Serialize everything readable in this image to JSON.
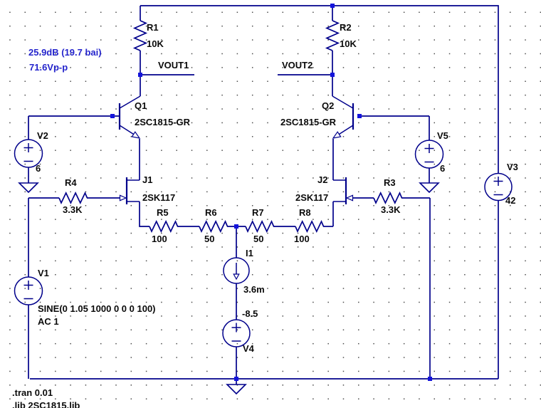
{
  "app": {
    "title": "LTspice differential amplifier schematic"
  },
  "colors": {
    "wire": "#00008b",
    "junction": "#1414dc",
    "component_text": "#0a0a0a",
    "comment_blue": "#2424cc",
    "background": "#ffffff",
    "grid_dot": "#4a4a4a"
  },
  "comments": {
    "gain_line1": "25.9dB (19.7 bai)",
    "gain_line2": "71.6Vp-p"
  },
  "directives": {
    "tran": ".tran 0.01",
    "lib": ".lib 2SC1815.lib"
  },
  "nets": {
    "vout1": "VOUT1",
    "vout2": "VOUT2"
  },
  "components": {
    "r1": {
      "name": "R1",
      "value": "10K"
    },
    "r2": {
      "name": "R2",
      "value": "10K"
    },
    "r3": {
      "name": "R3",
      "value": "3.3K"
    },
    "r4": {
      "name": "R4",
      "value": "3.3K"
    },
    "r5": {
      "name": "R5",
      "value": "100"
    },
    "r6": {
      "name": "R6",
      "value": "50"
    },
    "r7": {
      "name": "R7",
      "value": "50"
    },
    "r8": {
      "name": "R8",
      "value": "100"
    },
    "q1": {
      "name": "Q1",
      "value": "2SC1815-GR"
    },
    "q2": {
      "name": "Q2",
      "value": "2SC1815-GR"
    },
    "j1": {
      "name": "J1",
      "value": "2SK117"
    },
    "j2": {
      "name": "J2",
      "value": "2SK117"
    },
    "v1": {
      "name": "V1",
      "value": "SINE(0 1.05 1000 0 0 0 100)",
      "value2": "AC 1"
    },
    "v2": {
      "name": "V2",
      "value": "6"
    },
    "v3": {
      "name": "V3",
      "value": "42"
    },
    "v4": {
      "name": "V4",
      "value": "-8.5"
    },
    "v5": {
      "name": "V5",
      "value": "6"
    },
    "i1": {
      "name": "I1",
      "value": "3.6m"
    }
  }
}
